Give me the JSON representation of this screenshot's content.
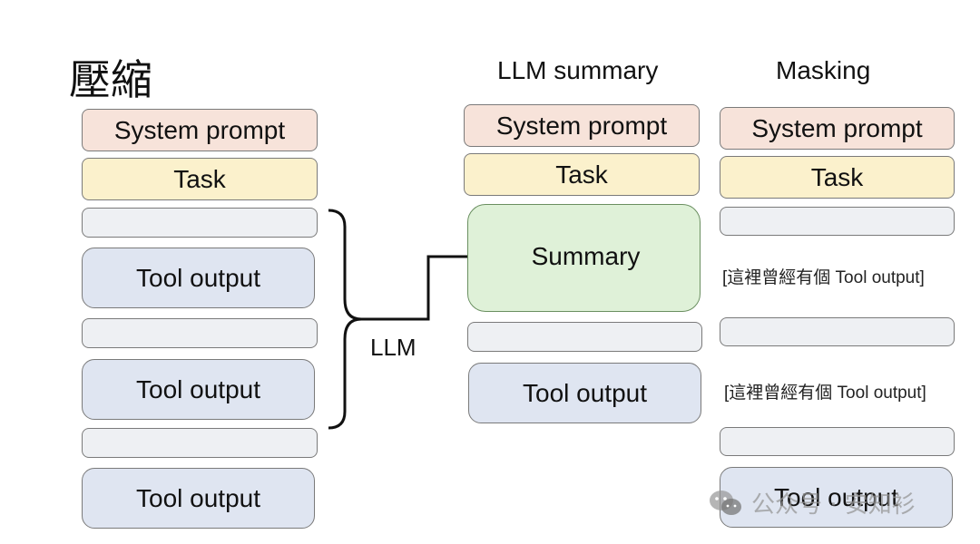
{
  "titles": {
    "left": "壓縮",
    "middle": "LLM summary",
    "right": "Masking"
  },
  "left_stack": {
    "system": "System prompt",
    "task": "Task",
    "tool1": "Tool output",
    "tool2": "Tool output",
    "tool3": "Tool output"
  },
  "middle_stack": {
    "system": "System prompt",
    "task": "Task",
    "summary": "Summary",
    "tool": "Tool output"
  },
  "right_stack": {
    "system": "System prompt",
    "task": "Task",
    "masked1": "[這裡曾經有個 Tool output]",
    "masked2": "[這裡曾經有個 Tool output]",
    "tool": "Tool output"
  },
  "connector": {
    "label": "LLM"
  },
  "watermark": {
    "text": "公众号 · 安知衫"
  },
  "colors": {
    "system": "#f7e3da",
    "task": "#fbf1cc",
    "empty": "#eef0f3",
    "tool": "#dfe5f1",
    "summary": "#dff1d8"
  }
}
